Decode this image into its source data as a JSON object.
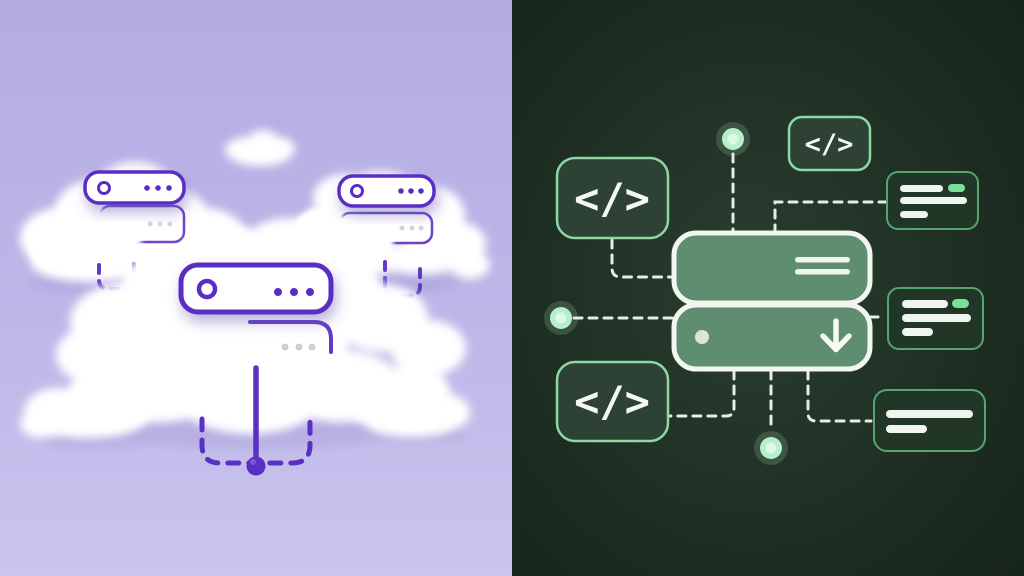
{
  "illustration": {
    "type": "split-hero-illustration",
    "left_panel": {
      "theme": "cloud-hosting",
      "cloud_count": 6,
      "server_racks": [
        {
          "id": "left-cloud-rack",
          "indicator_dots": 3,
          "stacked_units": 2
        },
        {
          "id": "right-cloud-rack",
          "indicator_dots": 3,
          "stacked_units": 2
        },
        {
          "id": "center-cloud-rack",
          "indicator_dots": 3,
          "stacked_units": 2
        }
      ],
      "network": {
        "node": "purple-ball-node",
        "link_style": "dashed",
        "links": 4
      }
    },
    "right_panel": {
      "theme": "code-pipeline",
      "code_blocks": 3,
      "data_cards": 3,
      "server_stack": {
        "rows": 2,
        "icons": [
          "equals-lines",
          "status-dot",
          "download-arrow"
        ]
      },
      "glow_nodes": 3,
      "link_style": "dashed"
    }
  },
  "glyphs": {
    "code": "</>",
    "arrow": "↓"
  },
  "colors": {
    "lav-top": "#b6afe4",
    "lav-bottom": "#cac4ee",
    "purple": "#5a2fc4",
    "cloud": "#ffffff",
    "cb-fill": "#2d4234",
    "cb-border": "#8ed7a4",
    "card-fill": "#223628",
    "card-border": "#55a471",
    "bar-white": "#f0f5ee",
    "pill-green": "#7be09a",
    "node-green": "#b6efc9",
    "node-core": "#dcf8e6",
    "dash-white": "#e6ede5",
    "server-fill": "#5e8d6f",
    "server-border": "#f2f6ef",
    "server-dot": "#dde5d8"
  }
}
